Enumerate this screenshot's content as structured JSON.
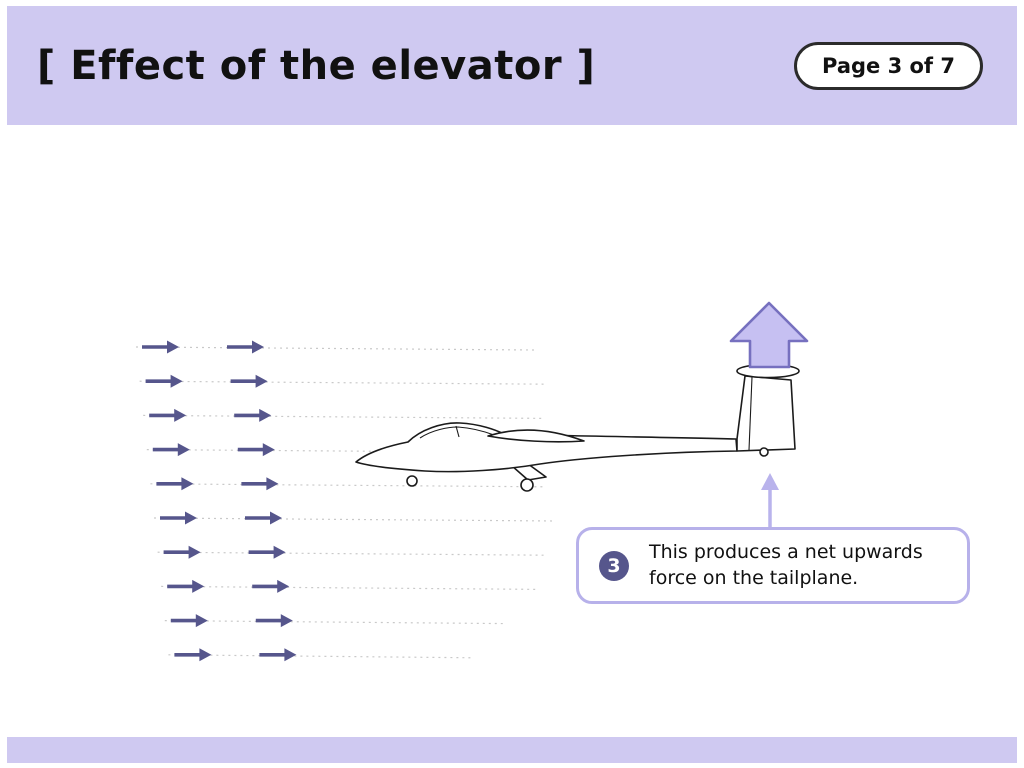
{
  "header": {
    "title": "[ Effect of the elevator ]",
    "page_indicator": "Page 3 of 7"
  },
  "callout": {
    "number": "3",
    "text": "This produces a net upwards force on the tailplane."
  },
  "diagram": {
    "airflow_rows": 10,
    "arrows_per_row": 2,
    "force_arrow_direction": "up"
  },
  "colors": {
    "header_bg": "#cfc9f1",
    "flow_arrow": "#56568c",
    "trail": "#c9c9c9",
    "outline": "#1b1b1b",
    "force_fill": "#c6c0f2",
    "force_stroke": "#7670bf",
    "connector": "#b9b3ec",
    "callout_border": "#b7b1ea",
    "badge_bg": "#56568c"
  }
}
